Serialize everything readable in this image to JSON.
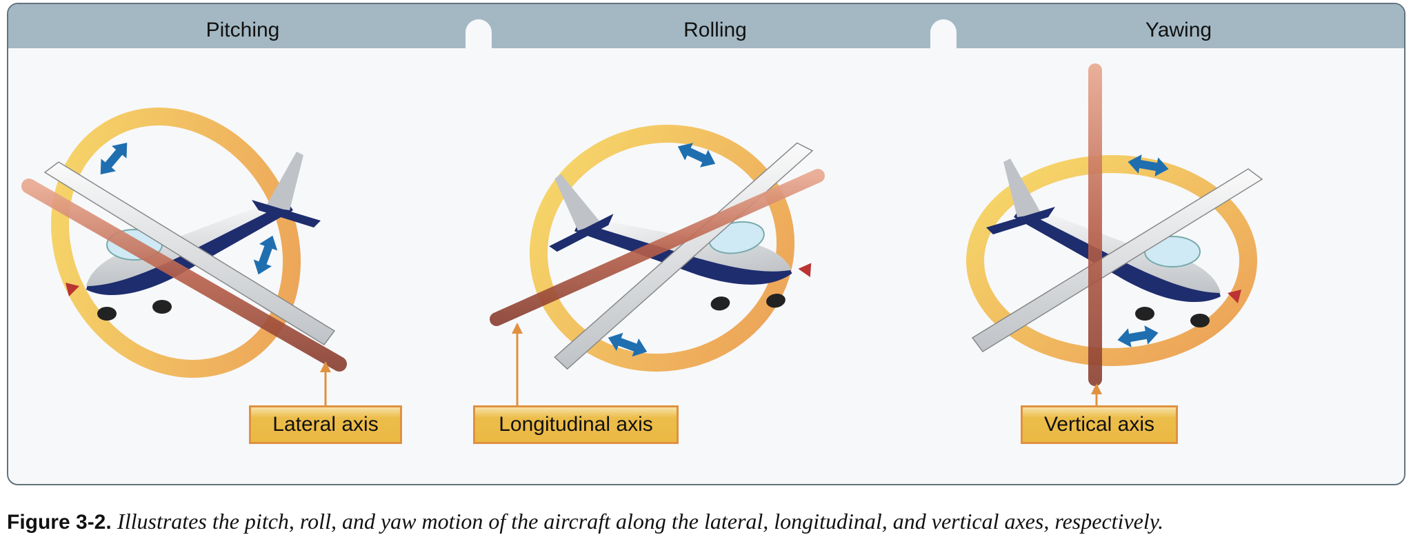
{
  "panels": [
    {
      "title": "Pitching",
      "axis_label": "Lateral axis"
    },
    {
      "title": "Rolling",
      "axis_label": "Longitudinal axis"
    },
    {
      "title": "Yawing",
      "axis_label": "Vertical axis"
    }
  ],
  "caption": {
    "number": "Figure 3-2.",
    "text": "Illustrates the pitch, roll, and yaw motion of the aircraft along the lateral, longitudinal, and vertical axes, respectively."
  },
  "colors": {
    "header": "#a3b8c3",
    "ribbon": "#f2b43c",
    "axis": "#c0705a",
    "arrow": "#1f6fb0",
    "label_border": "#e0913f"
  }
}
